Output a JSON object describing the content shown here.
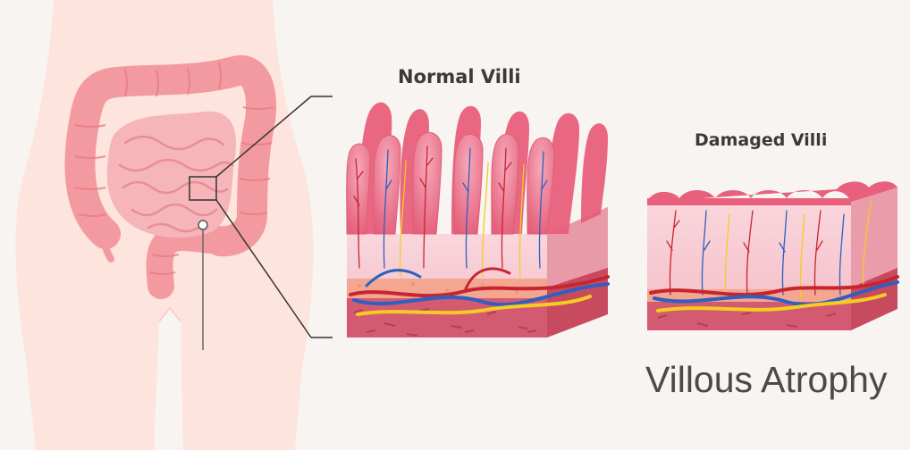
{
  "labels": {
    "normal": "Normal Villi",
    "damaged": "Damaged Villi"
  },
  "caption": "Villous Atrophy",
  "colors": {
    "background": "#f7f4f1",
    "body_silhouette": "#fde4dc",
    "intestine": "#f29a9f",
    "intestine_dark": "#e77a84",
    "villi": "#e9607c",
    "tissue": "#f6c7cf",
    "artery": "#c8242f",
    "vein": "#2f5fbf",
    "lymph": "#f4cc22"
  }
}
